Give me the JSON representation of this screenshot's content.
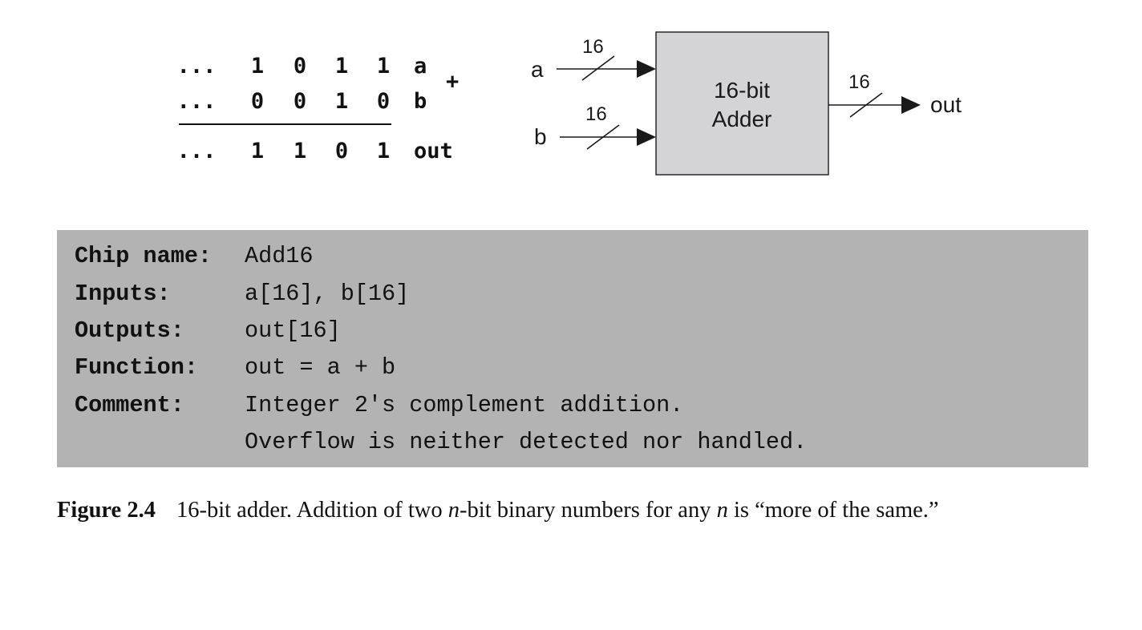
{
  "addition": {
    "row_a": {
      "cells": [
        "...",
        "1",
        "0",
        "1",
        "1"
      ],
      "label": "a"
    },
    "row_b": {
      "cells": [
        "...",
        "0",
        "0",
        "1",
        "0"
      ],
      "label": "b"
    },
    "row_out": {
      "cells": [
        "...",
        "1",
        "1",
        "0",
        "1"
      ],
      "label": "out"
    },
    "operator": "+"
  },
  "diagram": {
    "block_line1": "16-bit",
    "block_line2": "Adder",
    "input_a": {
      "name": "a",
      "width": "16"
    },
    "input_b": {
      "name": "b",
      "width": "16"
    },
    "output": {
      "name": "out",
      "width": "16"
    }
  },
  "api": {
    "rows": [
      {
        "key": "Chip name:",
        "value": "Add16"
      },
      {
        "key": "Inputs:",
        "value": "a[16], b[16]"
      },
      {
        "key": "Outputs:",
        "value": "out[16]"
      },
      {
        "key": "Function:",
        "value": "out = a + b"
      },
      {
        "key": "Comment:",
        "value": "Integer 2's complement addition."
      },
      {
        "key": "",
        "value": "Overflow is neither detected nor handled."
      }
    ]
  },
  "caption": {
    "label": "Figure 2.4",
    "part1": "16-bit adder. Addition of two ",
    "var1": "n",
    "part2": "-bit binary numbers for any ",
    "var2": "n",
    "part3": " is “more of the same.”"
  }
}
